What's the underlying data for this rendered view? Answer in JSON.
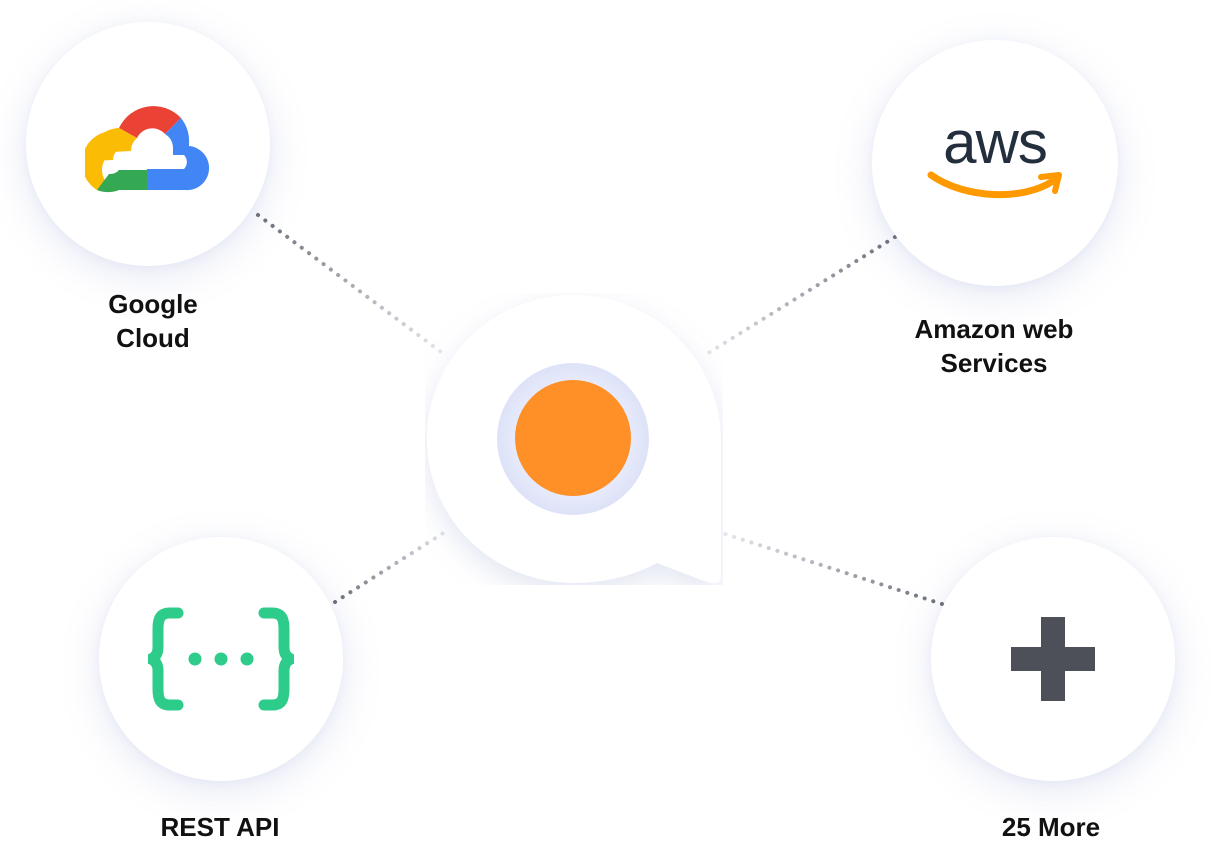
{
  "hub": {
    "icon": "chat-bubble-logo-icon",
    "accent_color": "#FF8F27"
  },
  "integrations": [
    {
      "id": "google-cloud",
      "label": "Google\nCloud",
      "icon": "google-cloud-icon"
    },
    {
      "id": "aws",
      "label": "Amazon web\nServices",
      "icon": "aws-icon",
      "logo_text": "aws"
    },
    {
      "id": "rest-api",
      "label": "REST API",
      "icon": "curly-braces-icon",
      "color": "#2ECC8A"
    },
    {
      "id": "more",
      "label": "25 More",
      "icon": "plus-icon",
      "color": "#4D5059"
    }
  ]
}
